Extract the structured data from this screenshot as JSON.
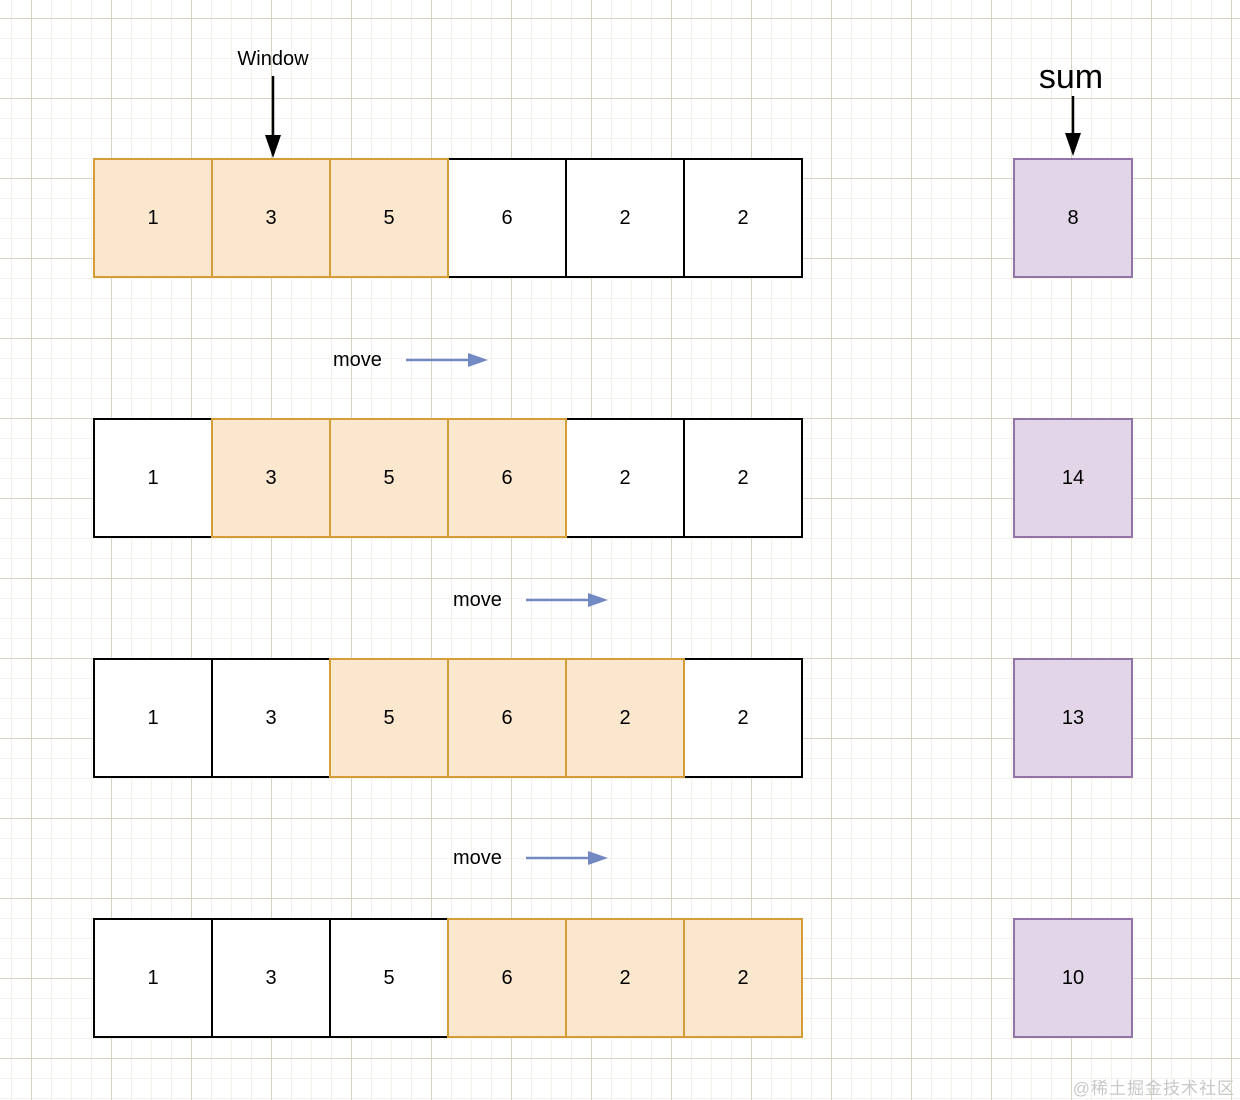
{
  "labels": {
    "window": "Window",
    "sum_title": "sum",
    "move": "move",
    "watermark": "@稀土掘金技术社区"
  },
  "rows": [
    {
      "values": [
        1,
        3,
        5,
        6,
        2,
        2
      ],
      "window_start": 0,
      "window_end": 2,
      "sum": 8
    },
    {
      "values": [
        1,
        3,
        5,
        6,
        2,
        2
      ],
      "window_start": 1,
      "window_end": 3,
      "sum": 14
    },
    {
      "values": [
        1,
        3,
        5,
        6,
        2,
        2
      ],
      "window_start": 2,
      "window_end": 4,
      "sum": 13
    },
    {
      "values": [
        1,
        3,
        5,
        6,
        2,
        2
      ],
      "window_start": 3,
      "window_end": 5,
      "sum": 10
    }
  ],
  "colors": {
    "window_cell_fill": "#fbe6ce",
    "window_cell_border": "#d59d3a",
    "plain_cell_fill": "#ffffff",
    "plain_cell_border": "#000000",
    "sum_box_fill": "#e1d5e7",
    "sum_box_border": "#9173a5",
    "move_arrow": "#7389c4",
    "pointer_arrow": "#000000",
    "grid_minor": "#f4f1ea",
    "grid_major": "#d9d3c6"
  }
}
